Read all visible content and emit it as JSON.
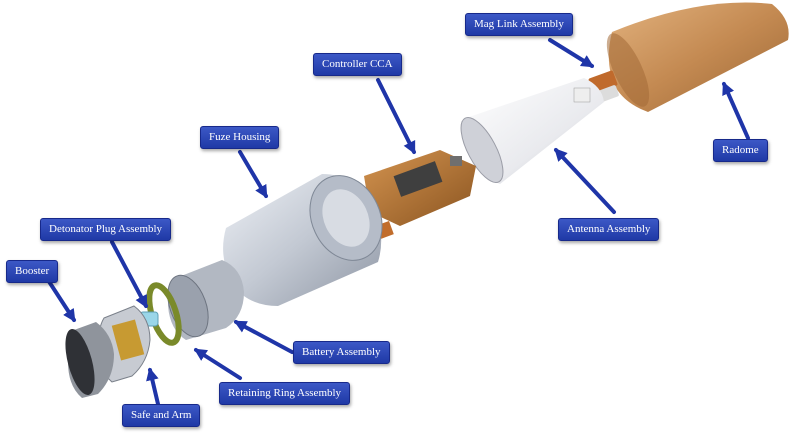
{
  "labels": {
    "mag_link": "Mag Link Assembly",
    "controller_cca": "Controller CCA",
    "fuze_housing": "Fuze Housing",
    "radome": "Radome",
    "detonator_plug": "Detonator Plug Assembly",
    "booster": "Booster",
    "antenna": "Antenna Assembly",
    "battery": "Battery Assembly",
    "retaining_ring": "Retaining Ring Assembly",
    "safe_and_arm": "Safe and Arm"
  },
  "colors": {
    "label_fill": "#2a45b5",
    "arrow": "#1f35a8",
    "radome": "#c8915a",
    "antenna": "#ececef",
    "housing": "#c9ced6",
    "pcb": "#b8752e"
  }
}
